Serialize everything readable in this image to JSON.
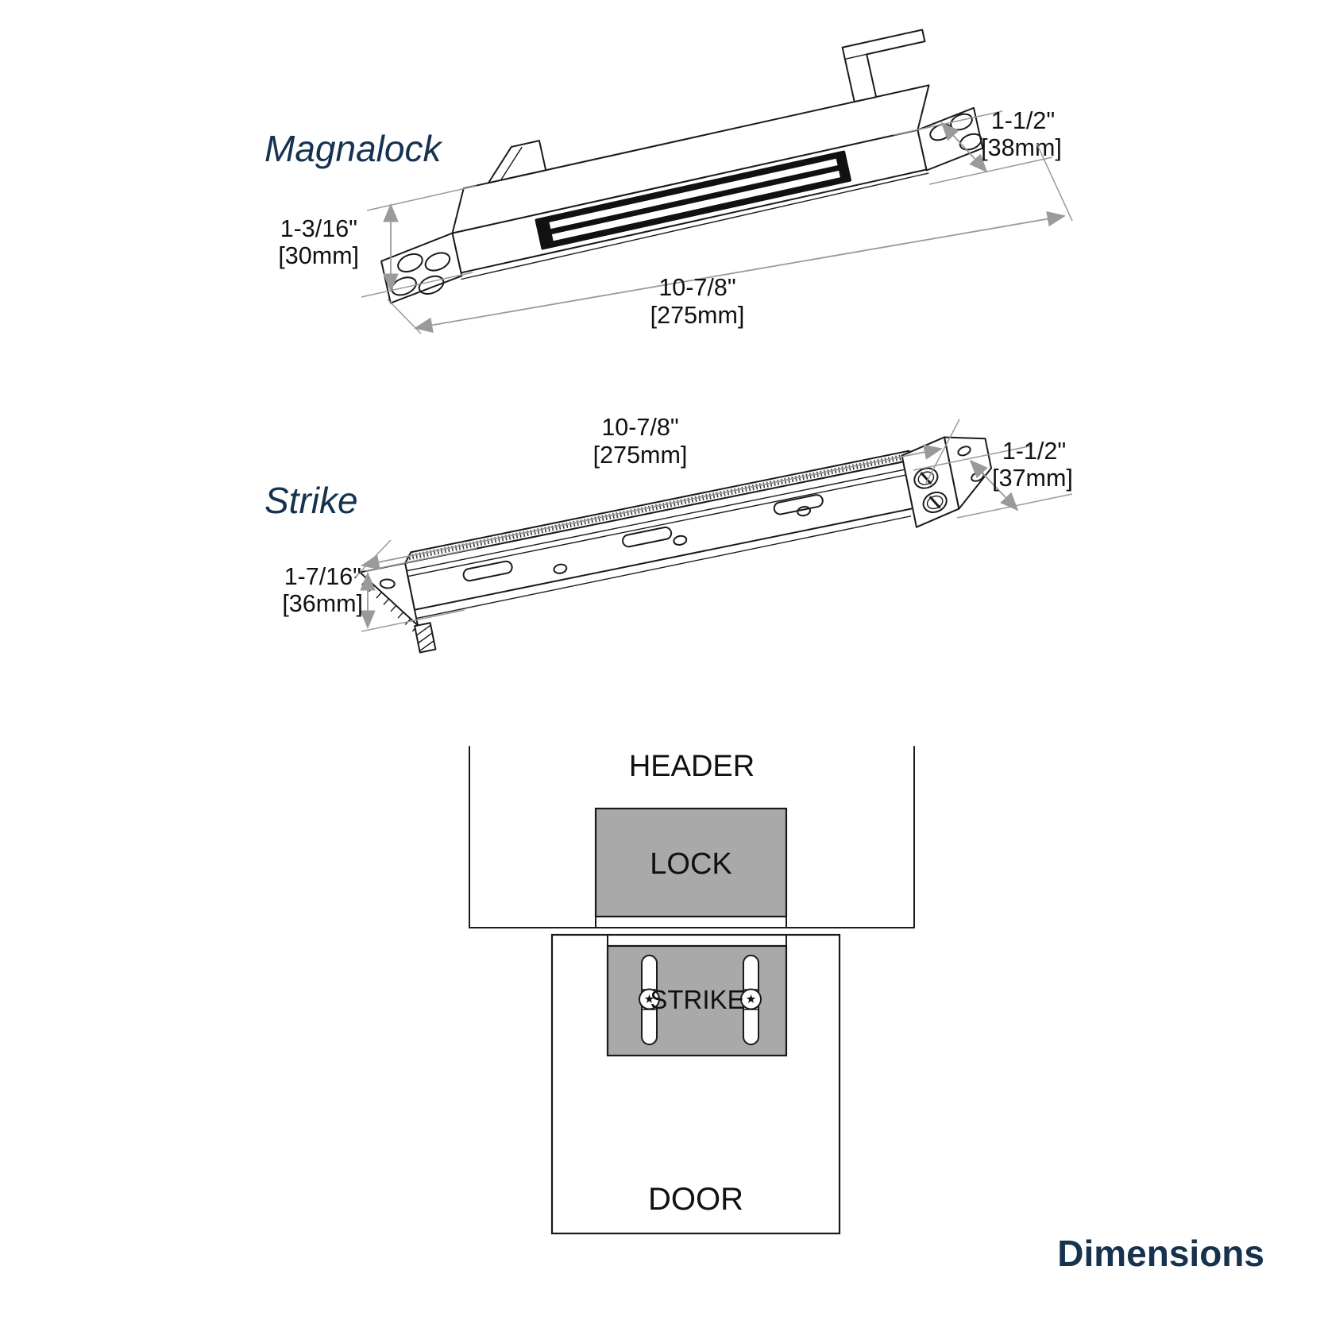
{
  "title": {
    "footer": "Dimensions"
  },
  "colors": {
    "accent_navy": "#16324f",
    "fill_gray": "#a9a9a9",
    "line_black": "#1a1a1a",
    "dim_gray": "#9a9a9a"
  },
  "magnalock": {
    "label": "Magnalock",
    "dims": {
      "height": {
        "line1": "1-3/16\"",
        "line2": "[30mm]"
      },
      "depth": {
        "line1": "1-1/2\"",
        "line2": "[38mm]"
      },
      "length": {
        "line1": "10-7/8\"",
        "line2": "[275mm]"
      }
    }
  },
  "strike": {
    "label": "Strike",
    "dims": {
      "length": {
        "line1": "10-7/8\"",
        "line2": "[275mm]"
      },
      "depth": {
        "line1": "1-1/2\"",
        "line2": "[37mm]"
      },
      "height": {
        "line1": "1-7/16\"",
        "line2": "[36mm]"
      }
    }
  },
  "installation": {
    "header_label": "HEADER",
    "lock_label": "LOCK",
    "strike_label": "STRIKE",
    "door_label": "DOOR"
  }
}
